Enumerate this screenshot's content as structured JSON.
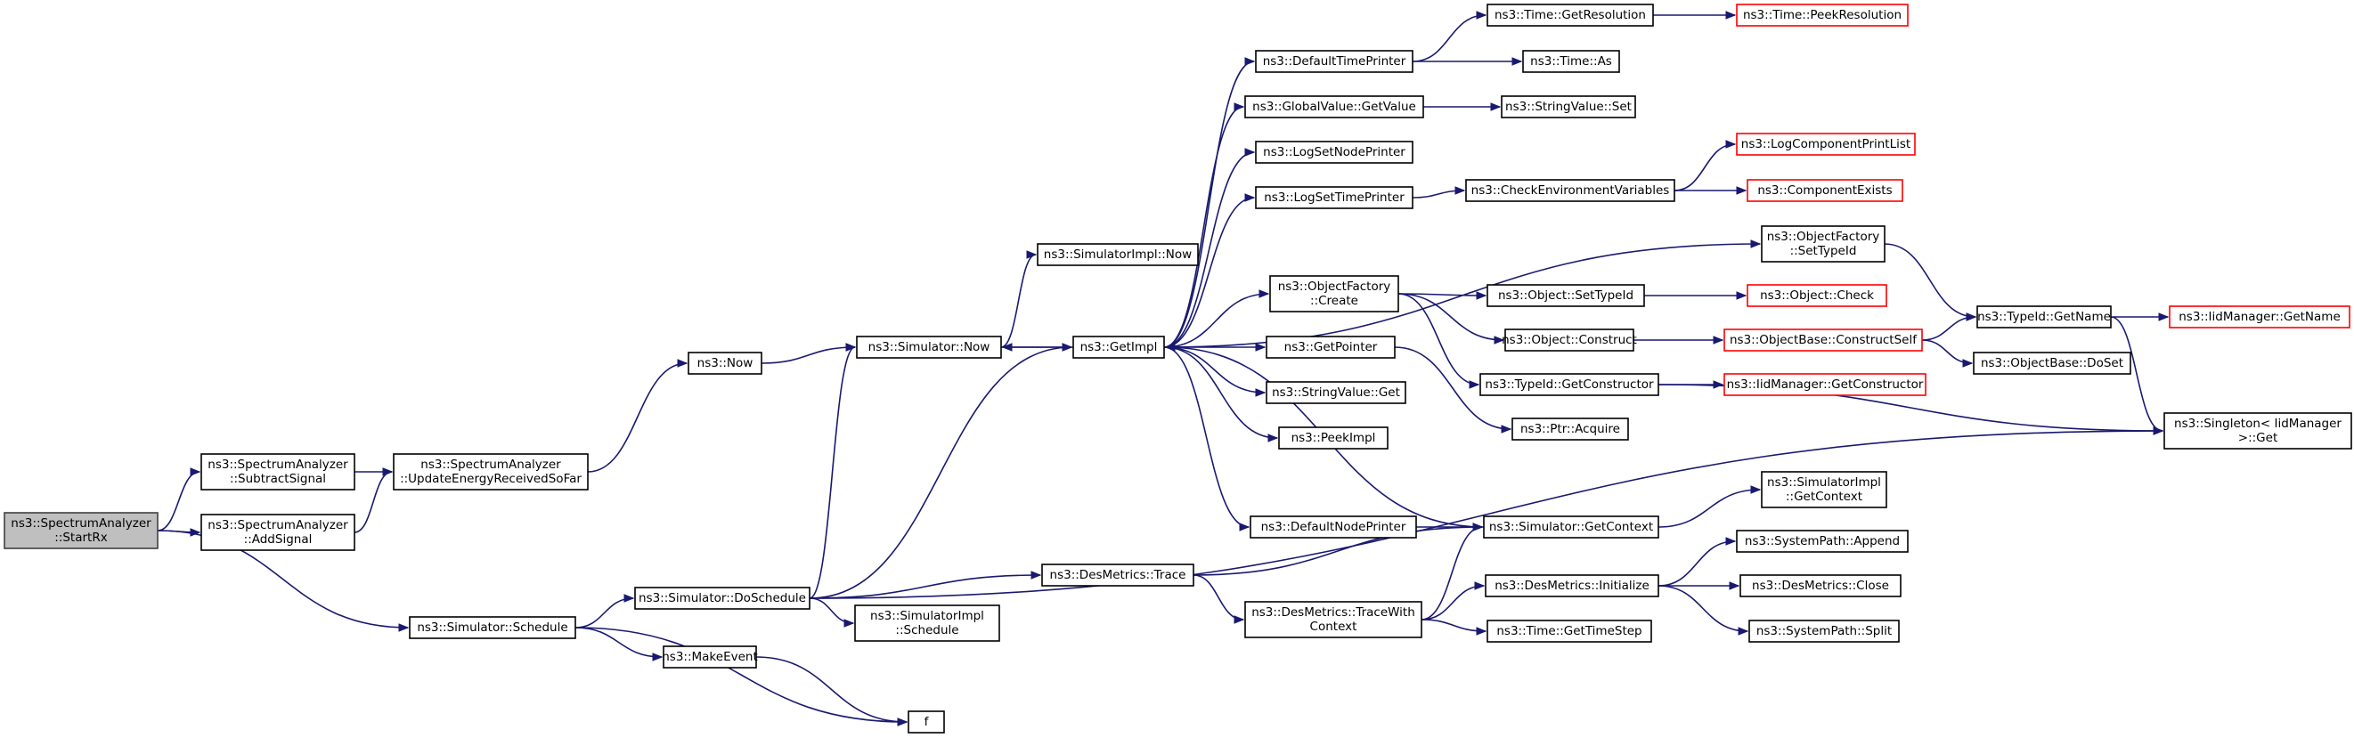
{
  "graph": {
    "nodes": [
      {
        "id": "startrx",
        "lines": [
          "ns3::SpectrumAnalyzer",
          "::StartRx"
        ],
        "style": "root"
      },
      {
        "id": "subtract",
        "lines": [
          "ns3::SpectrumAnalyzer",
          "::SubtractSignal"
        ]
      },
      {
        "id": "addsignal",
        "lines": [
          "ns3::SpectrumAnalyzer",
          "::AddSignal"
        ]
      },
      {
        "id": "update",
        "lines": [
          "ns3::SpectrumAnalyzer",
          "::UpdateEnergyReceivedSoFar"
        ]
      },
      {
        "id": "now",
        "lines": [
          "ns3::Now"
        ]
      },
      {
        "id": "simnow",
        "lines": [
          "ns3::Simulator::Now"
        ]
      },
      {
        "id": "simimplnow",
        "lines": [
          "ns3::SimulatorImpl::Now"
        ]
      },
      {
        "id": "getimpl",
        "lines": [
          "ns3::GetImpl"
        ]
      },
      {
        "id": "schedule",
        "lines": [
          "ns3::Simulator::Schedule"
        ]
      },
      {
        "id": "doschedule",
        "lines": [
          "ns3::Simulator::DoSchedule"
        ]
      },
      {
        "id": "makeevent",
        "lines": [
          "ns3::MakeEvent"
        ]
      },
      {
        "id": "f",
        "lines": [
          "f"
        ]
      },
      {
        "id": "implschedule",
        "lines": [
          "ns3::SimulatorImpl",
          "::Schedule"
        ]
      },
      {
        "id": "desmtrace",
        "lines": [
          "ns3::DesMetrics::Trace"
        ]
      },
      {
        "id": "tracewith",
        "lines": [
          "ns3::DesMetrics::TraceWith",
          "Context"
        ]
      },
      {
        "id": "deftimeprinter",
        "lines": [
          "ns3::DefaultTimePrinter"
        ]
      },
      {
        "id": "gvgetvalue",
        "lines": [
          "ns3::GlobalValue::GetValue"
        ]
      },
      {
        "id": "logsetnode",
        "lines": [
          "ns3::LogSetNodePrinter"
        ]
      },
      {
        "id": "logsettime",
        "lines": [
          "ns3::LogSetTimePrinter"
        ]
      },
      {
        "id": "ofcreate",
        "lines": [
          "ns3::ObjectFactory",
          "::Create"
        ]
      },
      {
        "id": "getpointer",
        "lines": [
          "ns3::GetPointer"
        ]
      },
      {
        "id": "svget",
        "lines": [
          "ns3::StringValue::Get"
        ]
      },
      {
        "id": "peekimpl",
        "lines": [
          "ns3::PeekImpl"
        ]
      },
      {
        "id": "defnodeprinter",
        "lines": [
          "ns3::DefaultNodePrinter"
        ]
      },
      {
        "id": "getres",
        "lines": [
          "ns3::Time::GetResolution"
        ]
      },
      {
        "id": "peekres",
        "lines": [
          "ns3::Time::PeekResolution"
        ],
        "style": "red"
      },
      {
        "id": "timeas",
        "lines": [
          "ns3::Time::As"
        ]
      },
      {
        "id": "svset",
        "lines": [
          "ns3::StringValue::Set"
        ]
      },
      {
        "id": "checkenv",
        "lines": [
          "ns3::CheckEnvironmentVariables"
        ]
      },
      {
        "id": "logcomp",
        "lines": [
          "ns3::LogComponentPrintList"
        ],
        "style": "red"
      },
      {
        "id": "compexists",
        "lines": [
          "ns3::ComponentExists"
        ],
        "style": "red"
      },
      {
        "id": "ofsettypeid",
        "lines": [
          "ns3::ObjectFactory",
          "::SetTypeId"
        ]
      },
      {
        "id": "objsettypeid",
        "lines": [
          "ns3::Object::SetTypeId"
        ]
      },
      {
        "id": "objcheck",
        "lines": [
          "ns3::Object::Check"
        ],
        "style": "red"
      },
      {
        "id": "objconstruct",
        "lines": [
          "ns3::Object::Construct"
        ]
      },
      {
        "id": "obconstructself",
        "lines": [
          "ns3::ObjectBase::ConstructSelf"
        ],
        "style": "red"
      },
      {
        "id": "tidgetname",
        "lines": [
          "ns3::TypeId::GetName"
        ]
      },
      {
        "id": "iidgetname",
        "lines": [
          "ns3::IidManager::GetName"
        ],
        "style": "red"
      },
      {
        "id": "obdoset",
        "lines": [
          "ns3::ObjectBase::DoSet"
        ]
      },
      {
        "id": "tidgetconstructor",
        "lines": [
          "ns3::TypeId::GetConstructor"
        ]
      },
      {
        "id": "iidgetconstructor",
        "lines": [
          "ns3::IidManager::GetConstructor"
        ],
        "style": "red"
      },
      {
        "id": "singleton",
        "lines": [
          "ns3::Singleton< IidManager",
          "  >::Get"
        ]
      },
      {
        "id": "ptracquire",
        "lines": [
          "ns3::Ptr::Acquire"
        ]
      },
      {
        "id": "simgetcontext",
        "lines": [
          "ns3::Simulator::GetContext"
        ]
      },
      {
        "id": "implgetcontext",
        "lines": [
          "ns3::SimulatorImpl",
          "::GetContext"
        ]
      },
      {
        "id": "desinit",
        "lines": [
          "ns3::DesMetrics::Initialize"
        ]
      },
      {
        "id": "spappend",
        "lines": [
          "ns3::SystemPath::Append"
        ]
      },
      {
        "id": "desclose",
        "lines": [
          "ns3::DesMetrics::Close"
        ]
      },
      {
        "id": "spsplit",
        "lines": [
          "ns3::SystemPath::Split"
        ]
      },
      {
        "id": "gettimestep",
        "lines": [
          "ns3::Time::GetTimeStep"
        ]
      }
    ],
    "edges": [
      [
        "startrx",
        "subtract"
      ],
      [
        "startrx",
        "addsignal"
      ],
      [
        "startrx",
        "schedule"
      ],
      [
        "subtract",
        "update"
      ],
      [
        "addsignal",
        "update"
      ],
      [
        "update",
        "now"
      ],
      [
        "now",
        "simnow"
      ],
      [
        "simnow",
        "simimplnow"
      ],
      [
        "simnow",
        "getimpl"
      ],
      [
        "schedule",
        "doschedule"
      ],
      [
        "schedule",
        "makeevent"
      ],
      [
        "schedule",
        "f"
      ],
      [
        "makeevent",
        "f"
      ],
      [
        "doschedule",
        "simnow"
      ],
      [
        "doschedule",
        "getimpl"
      ],
      [
        "doschedule",
        "implschedule"
      ],
      [
        "doschedule",
        "desmtrace"
      ],
      [
        "doschedule",
        "singleton"
      ],
      [
        "getimpl",
        "simnow"
      ],
      [
        "getimpl",
        "deftimeprinter"
      ],
      [
        "getimpl",
        "gvgetvalue"
      ],
      [
        "getimpl",
        "logsetnode"
      ],
      [
        "getimpl",
        "logsettime"
      ],
      [
        "getimpl",
        "ofsettypeid"
      ],
      [
        "getimpl",
        "ofcreate"
      ],
      [
        "getimpl",
        "getpointer"
      ],
      [
        "getimpl",
        "svget"
      ],
      [
        "getimpl",
        "peekimpl"
      ],
      [
        "getimpl",
        "defnodeprinter"
      ],
      [
        "deftimeprinter",
        "getres"
      ],
      [
        "deftimeprinter",
        "timeas"
      ],
      [
        "getres",
        "peekres"
      ],
      [
        "gvgetvalue",
        "svset"
      ],
      [
        "logsettime",
        "checkenv"
      ],
      [
        "checkenv",
        "logcomp"
      ],
      [
        "checkenv",
        "compexists"
      ],
      [
        "ofsettypeid",
        "tidgetname"
      ],
      [
        "ofcreate",
        "objsettypeid"
      ],
      [
        "ofcreate",
        "objconstruct"
      ],
      [
        "ofcreate",
        "tidgetconstructor"
      ],
      [
        "objsettypeid",
        "objcheck"
      ],
      [
        "objconstruct",
        "obconstructself"
      ],
      [
        "obconstructself",
        "tidgetname"
      ],
      [
        "obconstructself",
        "obdoset"
      ],
      [
        "tidgetname",
        "iidgetname"
      ],
      [
        "tidgetname",
        "singleton"
      ],
      [
        "tidgetconstructor",
        "iidgetconstructor"
      ],
      [
        "tidgetconstructor",
        "singleton"
      ],
      [
        "getpointer",
        "ptracquire"
      ],
      [
        "defnodeprinter",
        "simgetcontext"
      ],
      [
        "simgetcontext",
        "getimpl"
      ],
      [
        "simgetcontext",
        "implgetcontext"
      ],
      [
        "desmtrace",
        "simgetcontext"
      ],
      [
        "desmtrace",
        "tracewith"
      ],
      [
        "tracewith",
        "simgetcontext"
      ],
      [
        "tracewith",
        "desinit"
      ],
      [
        "tracewith",
        "gettimestep"
      ],
      [
        "desinit",
        "spappend"
      ],
      [
        "desinit",
        "desclose"
      ],
      [
        "desinit",
        "spsplit"
      ]
    ]
  }
}
